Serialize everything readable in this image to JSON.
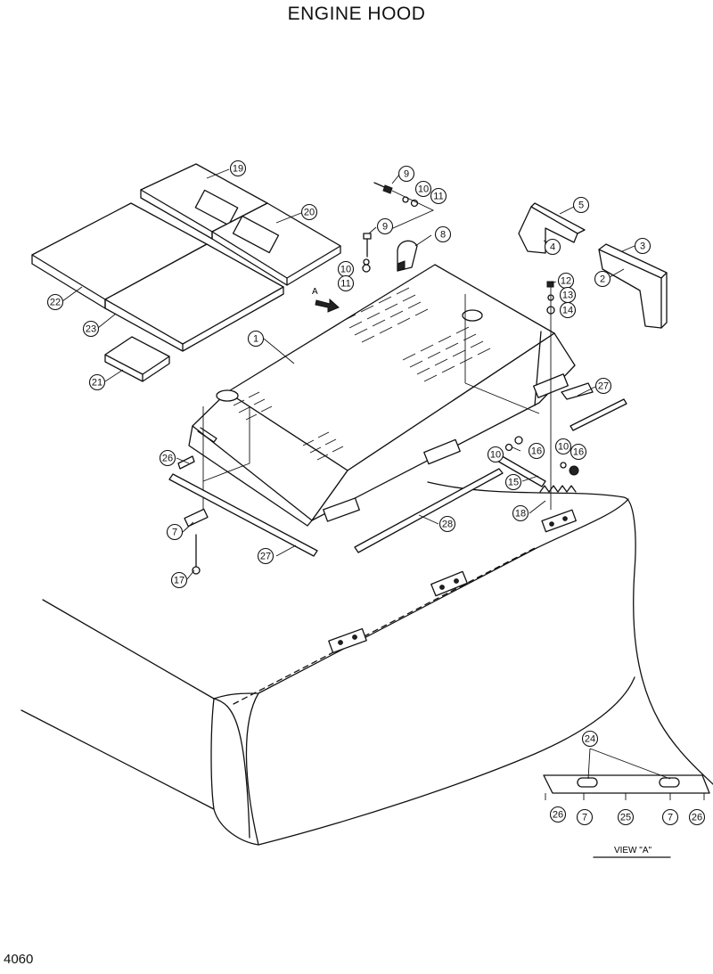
{
  "title": "ENGINE HOOD",
  "page_number": "4060",
  "view_label": "VIEW \"A\"",
  "arrow_label": "A",
  "callouts": [
    "19",
    "20",
    "22",
    "23",
    "21",
    "9",
    "10",
    "11",
    "9",
    "10",
    "11",
    "8",
    "5",
    "4",
    "3",
    "2",
    "12",
    "13",
    "14",
    "1",
    "27",
    "26",
    "10",
    "16",
    "10",
    "16",
    "15",
    "18",
    "7",
    "28",
    "27",
    "17",
    "24",
    "26",
    "7",
    "25",
    "7",
    "26"
  ]
}
